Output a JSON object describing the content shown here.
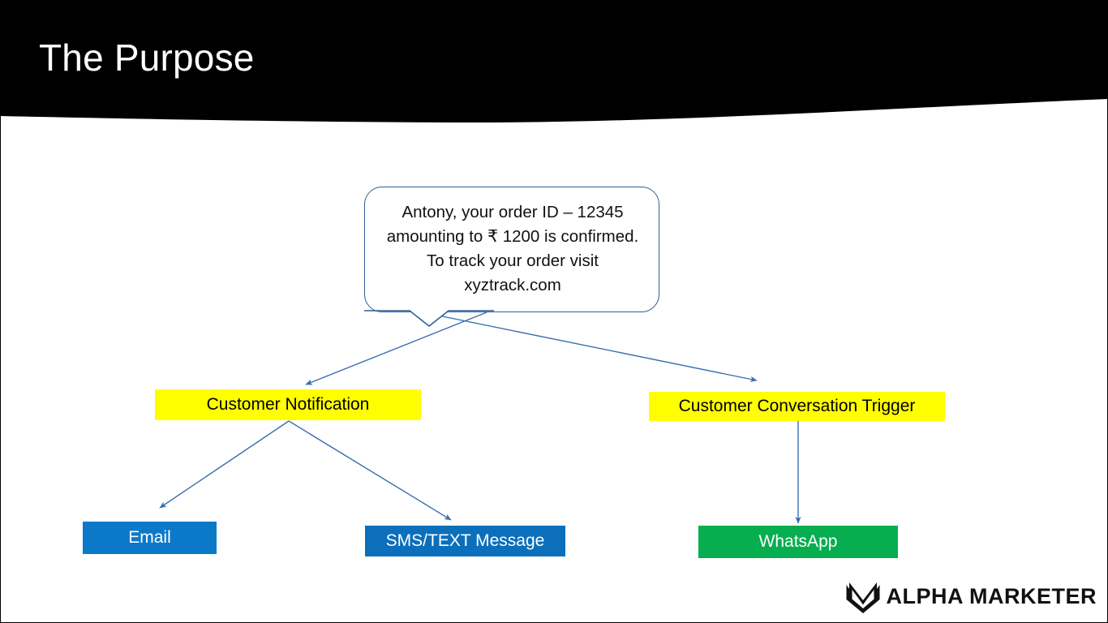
{
  "slide": {
    "title": "The Purpose",
    "background_color": "#ffffff",
    "header_color": "#000000",
    "title_color": "#ffffff"
  },
  "diagram": {
    "message_bubble": {
      "text": "Antony, your order ID – 12345 amounting to ₹ 1200 is confirmed. To track your order visit xyztrack.com",
      "border_color": "#2E5E96",
      "fill_color": "#ffffff"
    },
    "branches": [
      {
        "label": "Customer Notification",
        "fill_color": "#FFFF00",
        "text_color": "#000000"
      },
      {
        "label": "Customer Conversation Trigger",
        "fill_color": "#FFFF00",
        "text_color": "#000000"
      }
    ],
    "channels": [
      {
        "label": "Email",
        "fill_color": "#0B79C8",
        "text_color": "#ffffff"
      },
      {
        "label": "SMS/TEXT Message",
        "fill_color": "#0B6FBB",
        "text_color": "#ffffff"
      },
      {
        "label": "WhatsApp",
        "fill_color": "#07AE4F",
        "text_color": "#ffffff"
      }
    ],
    "connector_color": "#3A6FB0"
  },
  "brand": {
    "name": "ALPHA MARKETER",
    "mark": "shield-m-logo-icon",
    "color": "#111111"
  }
}
